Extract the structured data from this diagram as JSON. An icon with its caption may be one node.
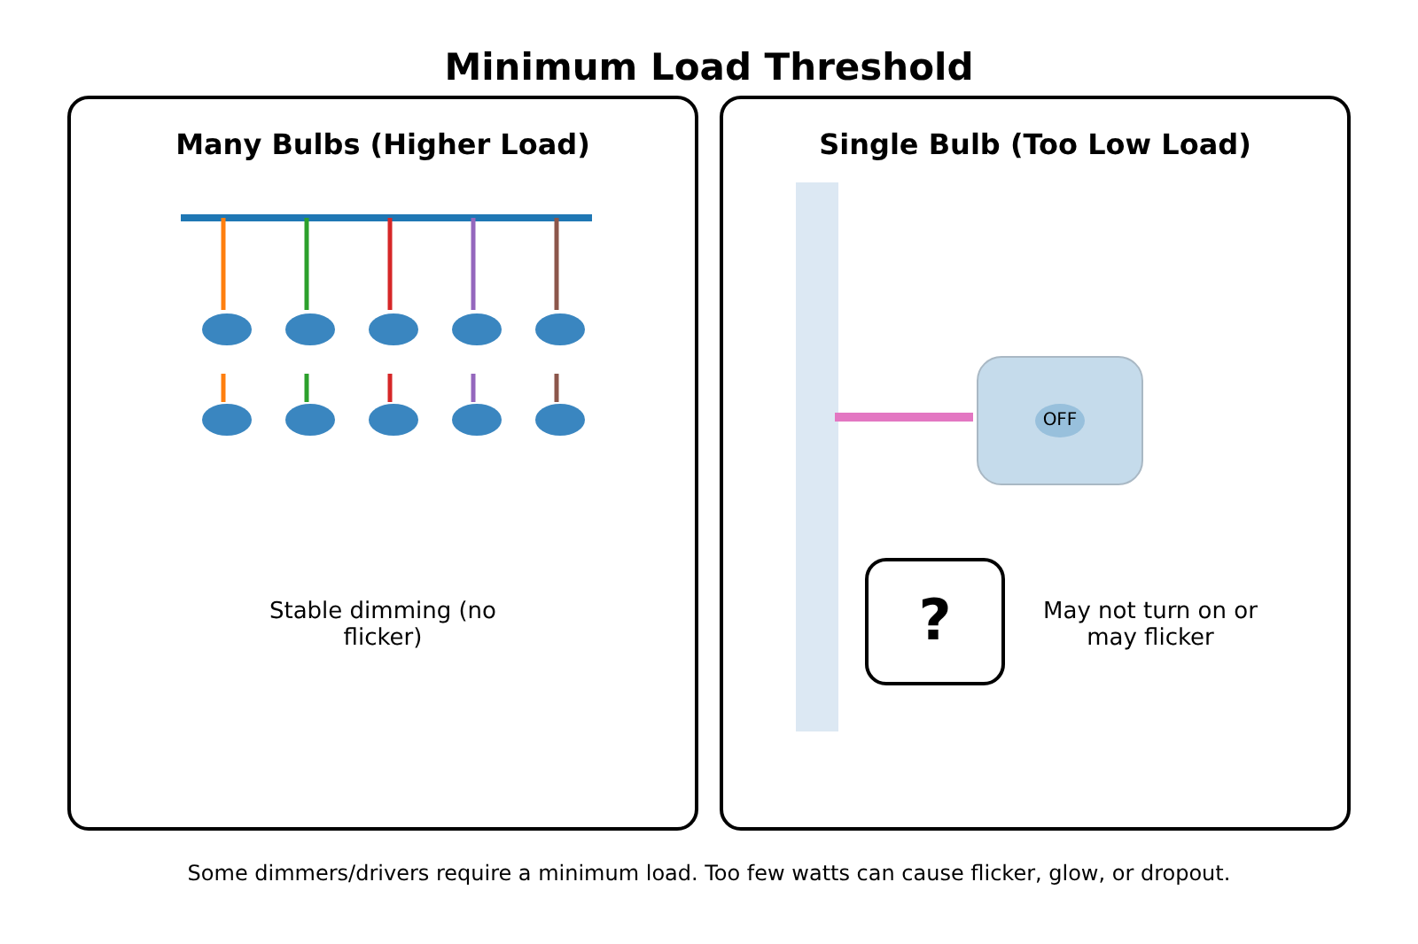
{
  "diagram": {
    "title": "Minimum Load Threshold",
    "caption": "Some dimmers/drivers require a minimum load. Too few watts can cause flicker, glow, or dropout.",
    "nodes": [
      {
        "text": [
          "Many Bulbs (Higher Load)"
        ]
      },
      {
        "text": [
          "Single Bulb (Too Low Load)"
        ]
      },
      {
        "text": [],
        "shape": "bar",
        "in": 0
      },
      {
        "text": [],
        "shape": "circle",
        "in": 0
      },
      {
        "text": [],
        "shape": "circle",
        "in": 0
      },
      {
        "text": [],
        "shape": "circle",
        "in": 0
      },
      {
        "text": [],
        "shape": "circle",
        "in": 0
      },
      {
        "text": [],
        "shape": "circle",
        "in": 0
      },
      {
        "text": [],
        "shape": "circle",
        "in": 0
      },
      {
        "text": [],
        "shape": "circle",
        "in": 0
      },
      {
        "text": [],
        "shape": "circle",
        "in": 0
      },
      {
        "text": [],
        "shape": "circle",
        "in": 0
      },
      {
        "text": [],
        "shape": "circle",
        "in": 0
      },
      {
        "text": [],
        "shape": "bar",
        "in": 1
      },
      {
        "text": [
          "OFF"
        ],
        "in": 1
      },
      {
        "text": [
          "?"
        ],
        "in": 1
      }
    ],
    "edges": [
      {
        "from": 2,
        "to": 3,
        "arrow": "none",
        "color": "#ff7f0e"
      },
      {
        "from": 2,
        "to": 4,
        "arrow": "none",
        "color": "#2ca02c"
      },
      {
        "from": 2,
        "to": 5,
        "arrow": "none",
        "color": "#d62728"
      },
      {
        "from": 2,
        "to": 6,
        "arrow": "none",
        "color": "#9467bd"
      },
      {
        "from": 2,
        "to": 7,
        "arrow": "none",
        "color": "#8c564b"
      },
      {
        "from": 13,
        "to": 14,
        "arrow": "none",
        "style": "thick",
        "color": "#e377c2"
      }
    ],
    "labels": [
      "Stable dimming (no flicker)",
      "May not turn on or may flicker"
    ]
  }
}
